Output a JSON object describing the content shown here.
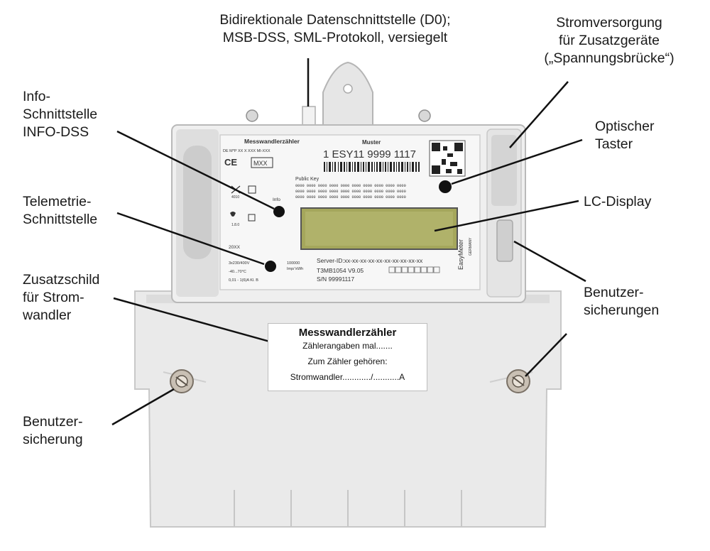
{
  "callouts": {
    "d0": [
      "Bidirektionale Datenschnittstelle (D0);",
      "MSB-DSS, SML-Protokoll, versiegelt"
    ],
    "power": [
      "Stromversorgung",
      "für Zusatzgeräte",
      "(„Spannungsbrücke“)"
    ],
    "info": [
      "Info-",
      "Schnittstelle",
      "INFO-DSS"
    ],
    "optical": [
      "Optischer",
      "Taster"
    ],
    "telemetry": [
      "Telemetrie-",
      "Schnittstelle"
    ],
    "lcd": [
      "LC-Display"
    ],
    "extra_plate": [
      "Zusatzschild",
      "für Strom-",
      "wandler"
    ],
    "user_fuses": [
      "Benutzer-",
      "sicherungen"
    ],
    "user_fuse": [
      "Benutzer-",
      "sicherung"
    ]
  },
  "meter": {
    "type_label": "Messwandlerzähler",
    "cert_line": "DE M*P XX X XXX MI-XXX",
    "ce_mark": "CE",
    "mxx": "MXX",
    "model_tag": "Muster",
    "meter_id": "1 ESY11 9999 1117",
    "public_key_label": "Public Key",
    "public_key_rows": [
      "0000 0000 0000 0000 0000 0000 0000 0000 0000 0000",
      "0000 0000 0000 0000 0000 0000 0000 0000 0000 0000",
      "0000 0000 0000 0000 0000 0000 0000 0000 0000 0000"
    ],
    "info_label": "Info",
    "year": "20XX",
    "spec_lines": [
      "3x230/400V",
      "-40...70°C",
      "0,01 - 1(6)A  Kl. B"
    ],
    "impulse": [
      "100000",
      "Imp/ kWh"
    ],
    "server_id": "Server-ID:xx-xx-xx-xx-xx-xx-xx-xx-xx-xx",
    "firmware": "T3MB1054   V9.05",
    "serial": "S/N   99991117",
    "brand": "EasyMeter",
    "made_in": "GERMANY",
    "small_values": [
      "4010",
      "1.8.0"
    ]
  },
  "plate": {
    "title": "Messwandlerzähler",
    "line1": "Zählerangaben mal.......",
    "line2": "Zum Zähler gehören:",
    "line3": "Stromwandler............/...........A"
  }
}
